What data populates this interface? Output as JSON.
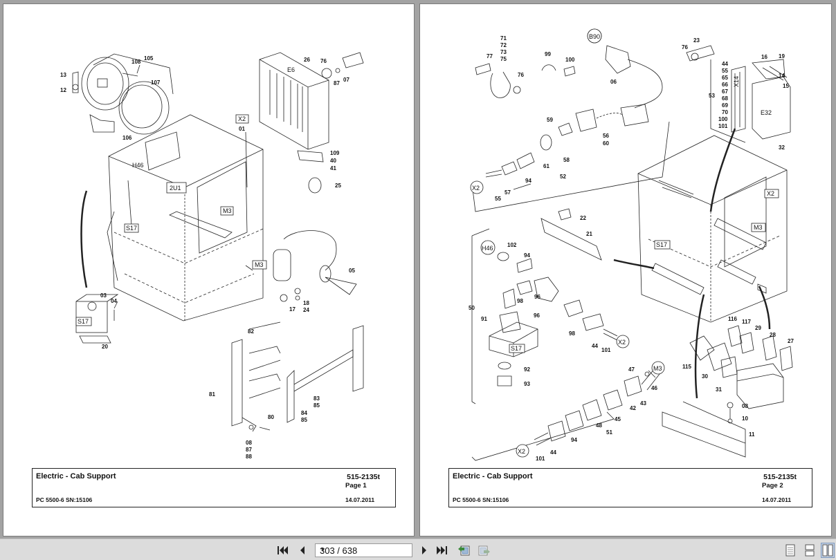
{
  "pages": [
    {
      "title": "Electric - Cab Support",
      "code": "515-2135t",
      "page_label": "Page 1",
      "model": "PC 5500-6 SN:15106",
      "date": "14.07.2011",
      "callouts": [
        "105",
        "108",
        "107",
        "13",
        "12",
        "106",
        "26",
        "76",
        "07",
        "87",
        "E6",
        "X2",
        "01",
        "H46",
        "2U1",
        "M3",
        "S17",
        "109",
        "40",
        "41",
        "25",
        "05",
        "M3",
        "03",
        "04",
        "S17",
        "20",
        "18",
        "24",
        "17",
        "82",
        "81",
        "80",
        "83",
        "85",
        "84",
        "85",
        "08",
        "87",
        "88"
      ]
    },
    {
      "title": "Electric - Cab Support",
      "code": "515-2135t",
      "page_label": "Page 2",
      "model": "PC 5500-6 SN:15106",
      "date": "14.07.2011",
      "callouts": [
        "71",
        "72",
        "73",
        "75",
        "77",
        "99",
        "100",
        "76",
        "B90",
        "06",
        "23",
        "76",
        "44",
        "55",
        "65",
        "66",
        "67",
        "68",
        "69",
        "70",
        "100",
        "101",
        "53",
        "X14",
        "16",
        "19",
        "14",
        "15",
        "E32",
        "32",
        "59",
        "56",
        "60",
        "58",
        "61",
        "94",
        "57",
        "52",
        "X2",
        "55",
        "22",
        "21",
        "X2",
        "M3",
        "S17",
        "H46",
        "102",
        "94",
        "98",
        "96",
        "91",
        "S17",
        "98",
        "44",
        "101",
        "X2",
        "50",
        "92",
        "93",
        "116",
        "117",
        "29",
        "28",
        "27",
        "115",
        "30",
        "31",
        "47",
        "M3",
        "46",
        "43",
        "42",
        "45",
        "48",
        "94",
        "44",
        "51",
        "X2",
        "101",
        "08",
        "10",
        "11"
      ]
    }
  ],
  "toolbar": {
    "page_indicator": "303 / 638",
    "first_page_icon": "first-page-icon",
    "prev_page_icon": "prev-page-icon",
    "next_page_icon": "next-page-icon",
    "last_page_icon": "last-page-icon",
    "back_icon": "go-back-icon",
    "forward_icon": "go-forward-icon",
    "single_page_view_icon": "single-page-icon",
    "continuous_view_icon": "continuous-page-icon",
    "facing_view_icon": "facing-pages-icon"
  }
}
